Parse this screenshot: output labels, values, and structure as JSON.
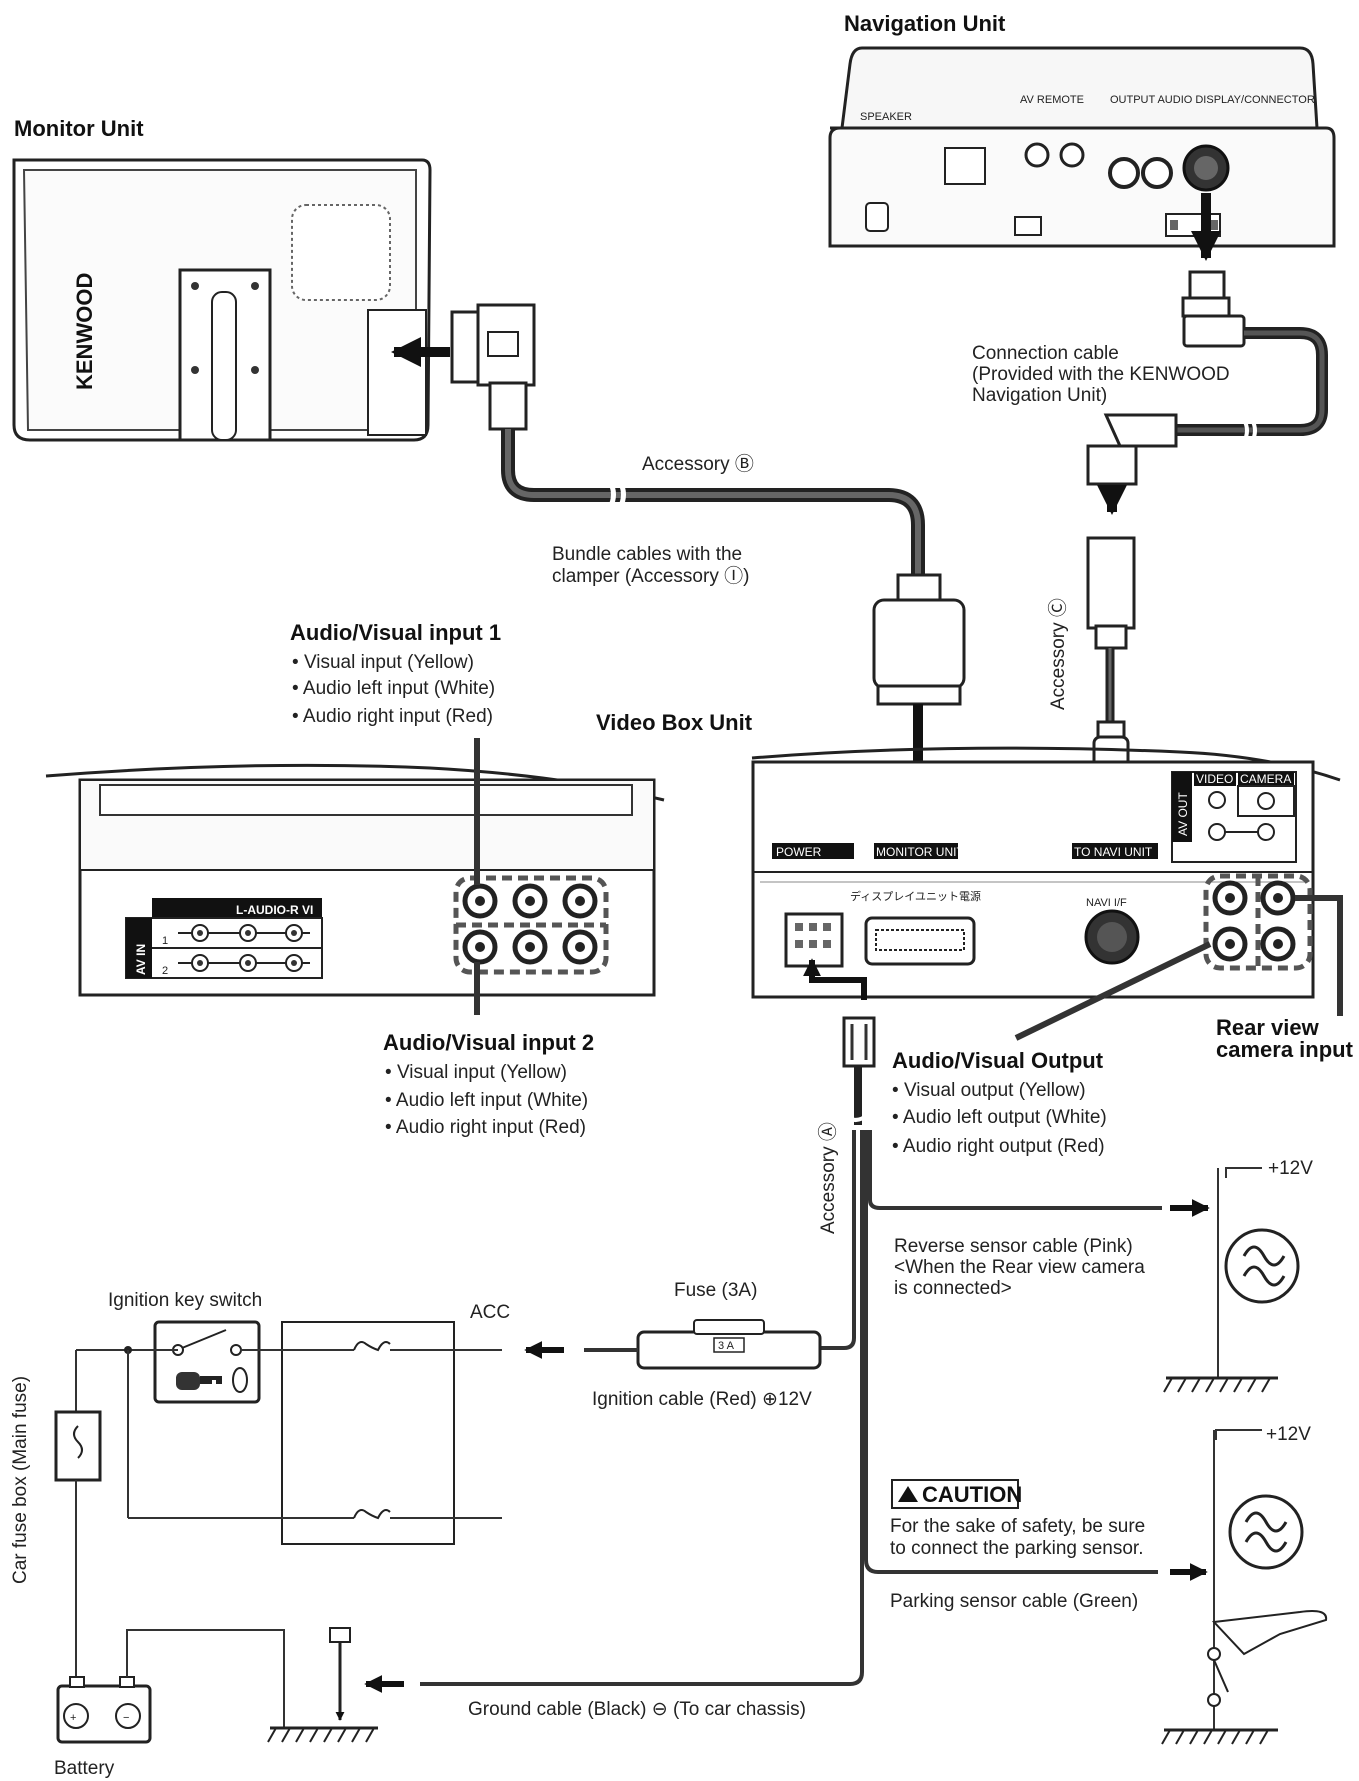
{
  "units": {
    "navigation": "Navigation Unit",
    "monitor": "Monitor Unit",
    "video_box": "Video Box Unit",
    "monitor_brand": "KENWOOD"
  },
  "cables": {
    "connection_cable": [
      "Connection cable",
      "(Provided with the KENWOOD",
      "Navigation Unit)"
    ],
    "accessory_b": "Accessory Ⓑ",
    "bundle": [
      "Bundle cables with the",
      "clamper  (Accessory Ⓘ)"
    ],
    "accessory_c": "Accessory Ⓒ",
    "accessory_a": "Accessory Ⓐ"
  },
  "av_input_1": {
    "title": "Audio/Visual input 1",
    "items": [
      "Visual input (Yellow)",
      "Audio left input (White)",
      "Audio right input (Red)"
    ]
  },
  "av_input_2": {
    "title": "Audio/Visual input 2",
    "items": [
      "Visual input (Yellow)",
      "Audio left input (White)",
      "Audio right input (Red)"
    ]
  },
  "av_output": {
    "title": "Audio/Visual Output",
    "items": [
      "Visual output (Yellow)",
      "Audio left output (White)",
      "Audio right output (Red)"
    ]
  },
  "rear_camera": [
    "Rear view",
    "camera input"
  ],
  "video_box_labels": {
    "power": "POWER",
    "monitor_unit": "MONITOR UNIT",
    "to_navi": "TO NAVI UNIT",
    "display_power": "ディスプレイユニット電源",
    "navi_if": "NAVI I/F",
    "video": "VIDEO",
    "camera": "CAMERA",
    "av_out": "AV OUT",
    "l_audio_r": "L - AUDIO - R"
  },
  "av_in_panel": {
    "header": "L-AUDIO-R VI",
    "label": "AV IN",
    "row1": "1",
    "row2": "2"
  },
  "reverse": [
    "Reverse sensor cable (Pink)",
    "<When the Rear view camera",
    "is connected>"
  ],
  "plus12v_top": "+12V",
  "plus12v_bottom": "+12V",
  "caution": {
    "title": "CAUTION",
    "lines": [
      "For the sake of safety, be sure",
      "to connect the parking sensor."
    ]
  },
  "parking": "Parking sensor cable (Green)",
  "fuse_label": "Fuse (3A)",
  "fuse_mark": "3 A",
  "ignition_cable": "Ignition cable (Red) ⊕12V",
  "ignition_switch": "Ignition key switch",
  "acc": "ACC",
  "car_fuse_box": "Car fuse box (Main fuse)",
  "battery": "Battery",
  "ground_cable": "Ground cable (Black) ⊖ (To car chassis)"
}
